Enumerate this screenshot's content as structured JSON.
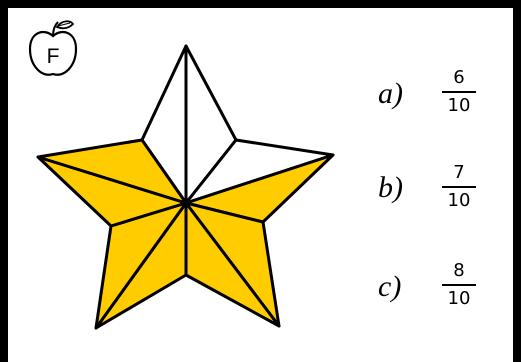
{
  "logo": {
    "letter": "F",
    "icon": "apple-icon"
  },
  "figure": {
    "fill_color": "#FFCC00",
    "stroke_color": "#000000",
    "total_parts": 10,
    "shaded_parts": 7
  },
  "options": [
    {
      "letter": "a)",
      "numerator": "6",
      "denominator": "10"
    },
    {
      "letter": "b)",
      "numerator": "7",
      "denominator": "10"
    },
    {
      "letter": "c)",
      "numerator": "8",
      "denominator": "10"
    }
  ]
}
